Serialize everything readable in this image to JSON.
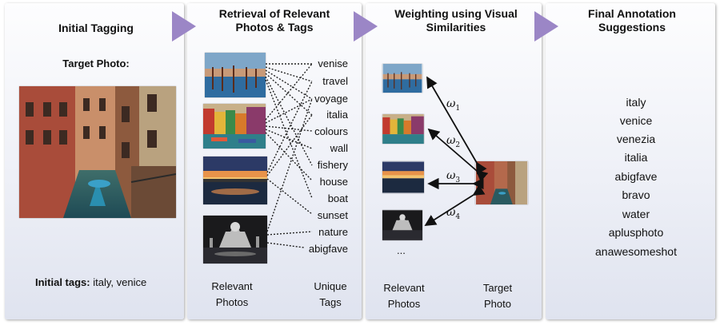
{
  "columns": {
    "initial": {
      "title": "Initial Tagging",
      "target_label": "Target Photo:",
      "tags_label": "Initial tags:",
      "tags_value": "italy, venice"
    },
    "retrieval": {
      "title_line1": "Retrieval of Relevant",
      "title_line2": "Photos & Tags",
      "photos_label_line1": "Relevant",
      "photos_label_line2": "Photos",
      "tags_label_line1": "Unique",
      "tags_label_line2": "Tags",
      "unique_tags": [
        "venise",
        "travel",
        "voyage",
        "italia",
        "colours",
        "wall",
        "fishery",
        "house",
        "boat",
        "sunset",
        "nature",
        "abigfave"
      ]
    },
    "weighting": {
      "title_line1": "Weighting using Visual",
      "title_line2": "Similarities",
      "weights": [
        "ω",
        "ω",
        "ω",
        "ω"
      ],
      "weight_subscripts": [
        "1",
        "2",
        "3",
        "4"
      ],
      "ellipsis": "...",
      "relevant_label_line1": "Relevant",
      "relevant_label_line2": "Photos",
      "target_label_line1": "Target",
      "target_label_line2": "Photo"
    },
    "final": {
      "title_line1": "Final Annotation",
      "title_line2": "Suggestions",
      "suggestions": [
        "italy",
        "venice",
        "venezia",
        "italia",
        "abigfave",
        "bravo",
        "water",
        "aplusphoto",
        "anawesomeshot"
      ]
    }
  },
  "colors": {
    "arrow": "#9b86c6",
    "panel_top": "#fdfdfe",
    "panel_bottom": "#dfe3ef"
  }
}
